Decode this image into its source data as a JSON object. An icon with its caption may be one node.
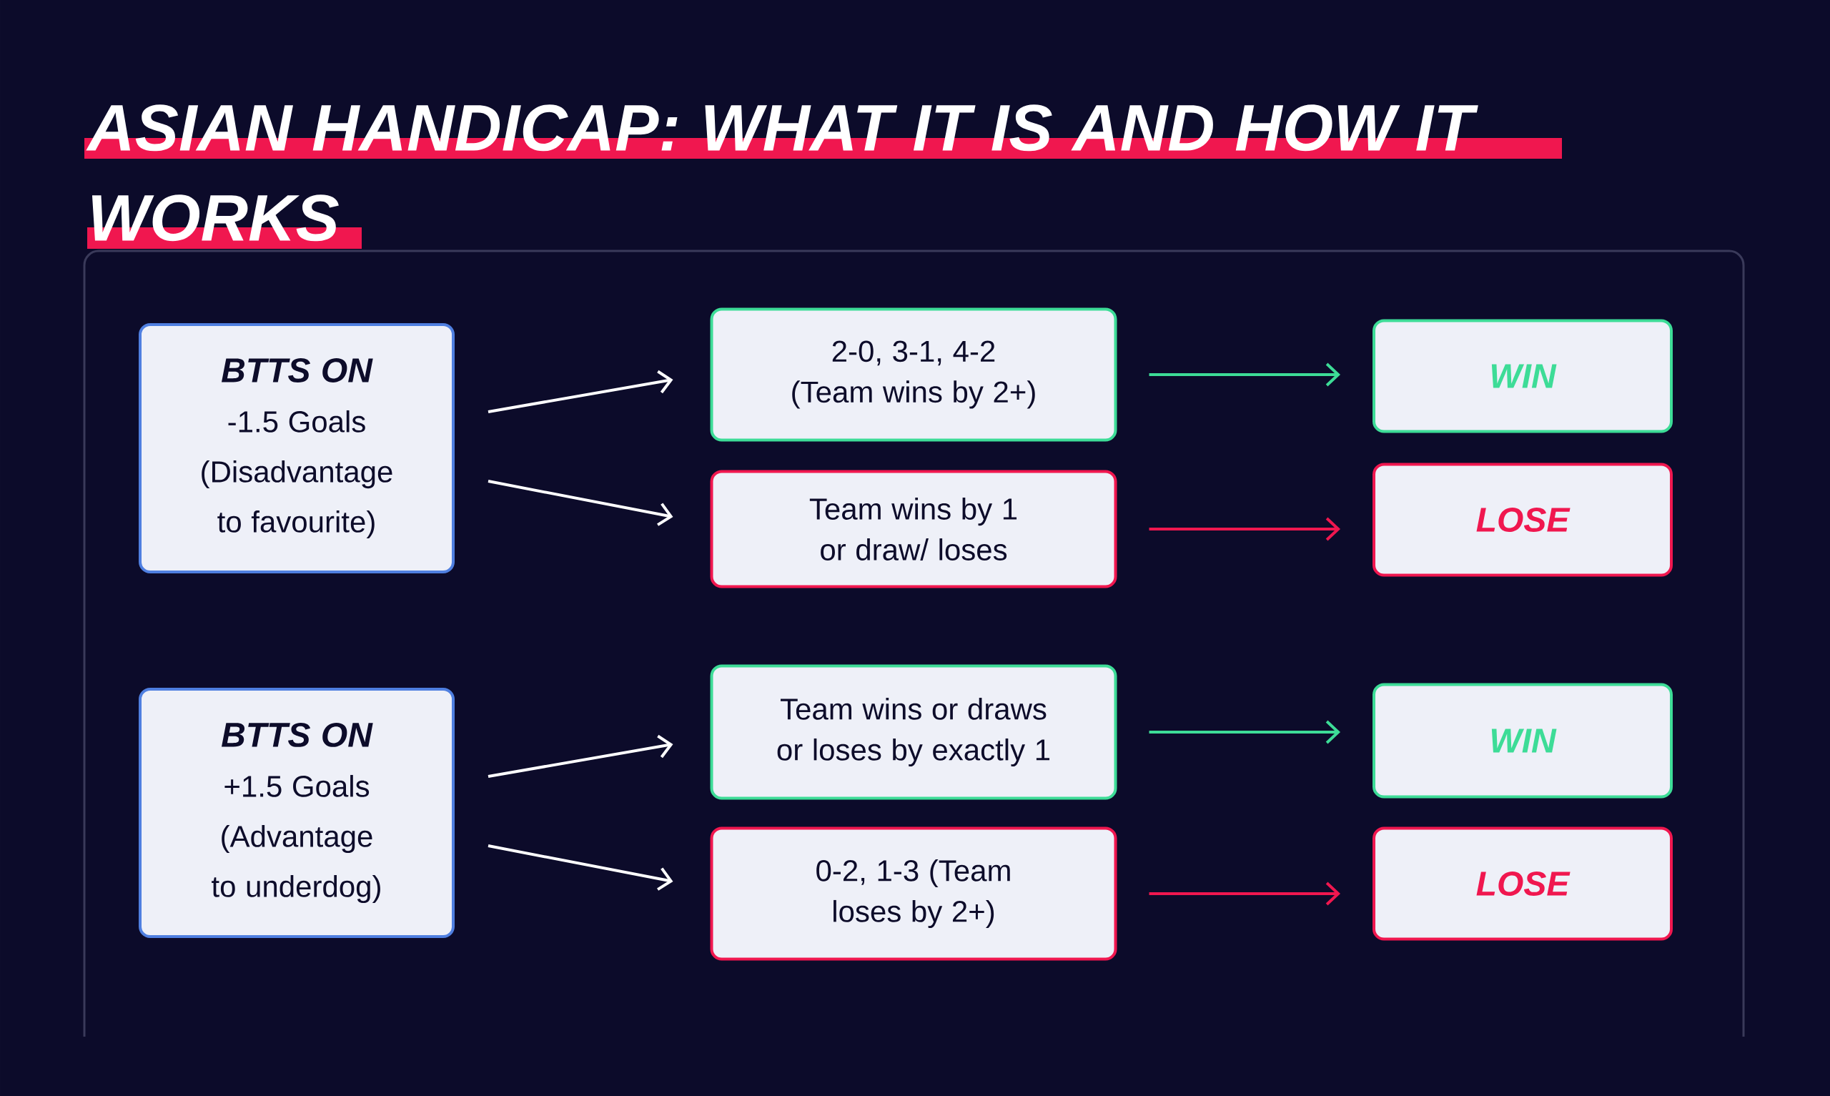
{
  "diagram": {
    "title": "ASIAN HANDICAP: WHAT IT IS AND HOW IT WORKS",
    "nodes": [
      {
        "text": [
          "BTTS ON",
          "-1.5 Goals (Disadvantage to favourite)"
        ]
      },
      {
        "text": [
          "2-0, 3-1, 4-2 (Team wins by 2+)"
        ]
      },
      {
        "text": [
          "Team wins by 1 or draw/ loses"
        ]
      },
      {
        "text": [
          "WIN"
        ]
      },
      {
        "text": [
          "LOSE"
        ]
      },
      {
        "text": [
          "BTTS ON",
          "+1.5 Goals (Advantage to underdog)"
        ]
      },
      {
        "text": [
          "Team wins or draws or loses by exactly 1"
        ]
      },
      {
        "text": [
          "0-2, 1-3 (Team loses by 2+)"
        ]
      },
      {
        "text": [
          "WIN"
        ]
      },
      {
        "text": [
          "LOSE"
        ]
      }
    ],
    "edges": [
      {
        "from": 0,
        "to": 1,
        "arrow": "to"
      },
      {
        "from": 0,
        "to": 2,
        "arrow": "to"
      },
      {
        "from": 1,
        "to": 3,
        "arrow": "to",
        "color": "#3ddc97"
      },
      {
        "from": 2,
        "to": 4,
        "arrow": "to",
        "color": "#f0174f"
      },
      {
        "from": 5,
        "to": 6,
        "arrow": "to"
      },
      {
        "from": 5,
        "to": 7,
        "arrow": "to"
      },
      {
        "from": 6,
        "to": 8,
        "arrow": "to",
        "color": "#3ddc97"
      },
      {
        "from": 7,
        "to": 9,
        "arrow": "to",
        "color": "#f0174f"
      }
    ]
  }
}
